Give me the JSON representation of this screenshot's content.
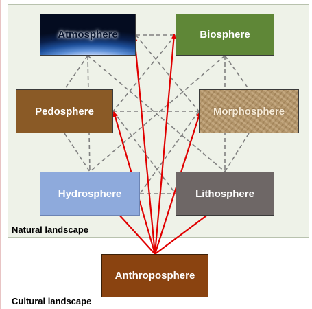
{
  "spheres": {
    "atmosphere": "Atmosphere",
    "biosphere": "Biosphere",
    "pedosphere": "Pedosphere",
    "morphosphere": "Morphosphere",
    "hydrosphere": "Hydrosphere",
    "lithosphere": "Lithosphere",
    "anthroposphere": "Anthroposphere"
  },
  "regions": {
    "natural": "Natural landscape",
    "cultural": "Cultural landscape"
  },
  "colors": {
    "dashed_link": "#808080",
    "human_influence_arrow": "#e00000",
    "natural_panel": "#eef2e8"
  },
  "connections": {
    "natural_interactions": [
      [
        "atmosphere",
        "biosphere"
      ],
      [
        "atmosphere",
        "pedosphere"
      ],
      [
        "atmosphere",
        "morphosphere"
      ],
      [
        "atmosphere",
        "hydrosphere"
      ],
      [
        "atmosphere",
        "lithosphere"
      ],
      [
        "biosphere",
        "pedosphere"
      ],
      [
        "biosphere",
        "morphosphere"
      ],
      [
        "biosphere",
        "hydrosphere"
      ],
      [
        "biosphere",
        "lithosphere"
      ],
      [
        "pedosphere",
        "morphosphere"
      ],
      [
        "pedosphere",
        "hydrosphere"
      ],
      [
        "pedosphere",
        "lithosphere"
      ],
      [
        "morphosphere",
        "hydrosphere"
      ],
      [
        "morphosphere",
        "lithosphere"
      ],
      [
        "hydrosphere",
        "lithosphere"
      ]
    ],
    "anthropogenic_influences": [
      "atmosphere",
      "biosphere",
      "pedosphere",
      "morphosphere",
      "hydrosphere",
      "lithosphere"
    ]
  }
}
